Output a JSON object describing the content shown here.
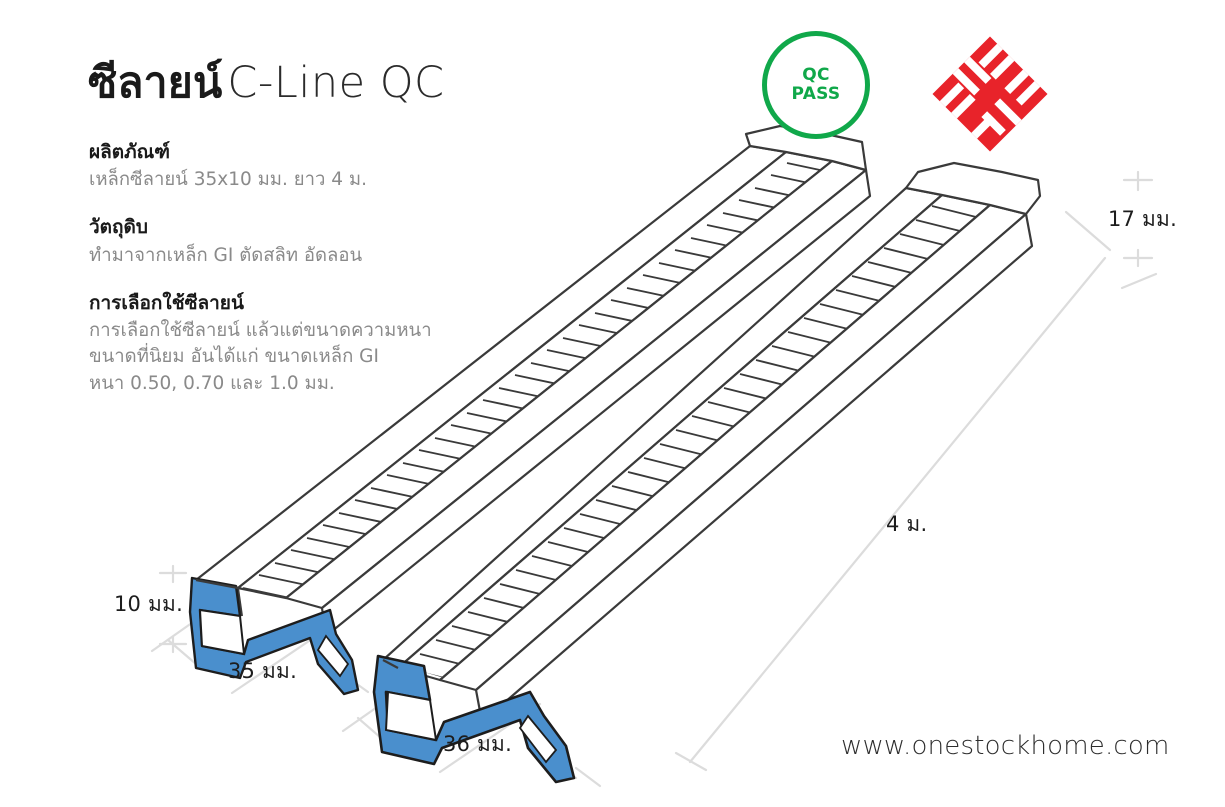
{
  "document": {
    "background_color": "#ffffff",
    "title_thai": "ซีลายน์",
    "title_latin": "C-Line QC"
  },
  "sections": [
    {
      "id": "product",
      "heading": "ผลิตภัณฑ์",
      "body": "เหล็กซีลายน์ 35x10 มม. ยาว 4 ม."
    },
    {
      "id": "material",
      "heading": "วัตถุดิบ",
      "body": "ทำมาจากเหล็ก GI ตัดสลิท อัดลอน"
    },
    {
      "id": "selection",
      "heading": "การเลือกใช้ซีลายน์",
      "body": "การเลือกใช้ซีลายน์ แล้วแต่ขนาดความหนา\nขนาดที่นิยม อันได้แก่ ขนาดเหล็ก GI\nหนา 0.50, 0.70 และ 1.0 มม."
    }
  ],
  "qc_badge": {
    "line1": "QC",
    "line2": "PASS",
    "color": "#10a84a"
  },
  "brand_logo": {
    "name": "diamond-brand-logo",
    "color": "#e8232a"
  },
  "dimensions": {
    "thickness": "17 มม.",
    "length": "4 ม.",
    "height": "10 มม.",
    "width": "35 มม.",
    "width_outer": "36 มม."
  },
  "footer": {
    "website": "www.onestockhome.com"
  },
  "drawing": {
    "type": "isometric-technical-drawing",
    "description": "Two ribbed C-channel steel furring profiles shown in isometric projection",
    "outline_color": "#3a3a3a",
    "highlight_color": "#4a8fcd",
    "dimension_line_color": "#d8d8d8"
  }
}
